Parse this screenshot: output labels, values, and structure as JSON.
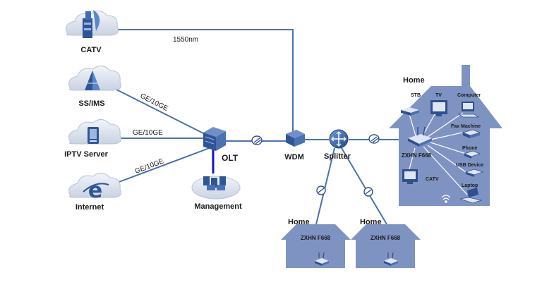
{
  "sources": {
    "catv": "CATV",
    "ss_ims": "SS/IMS",
    "iptv_server": "IPTV Server",
    "internet": "Internet"
  },
  "links": {
    "wavelength": "1550nm",
    "ss_ims_rate": "GE/10GE",
    "iptv_rate": "GE/10GE",
    "internet_rate": "GE/10GE"
  },
  "nodes": {
    "olt": "OLT",
    "management": "Management",
    "wdm": "WDM",
    "splitter": "Splitter"
  },
  "main_home": {
    "title": "Home",
    "ont": "ZXHN F668",
    "devices": {
      "stb": "STB",
      "tv": "TV",
      "computer": "Computer",
      "fax": "Fax Machine",
      "phone": "Phone",
      "usb": "USB Device",
      "laptop": "Laptop",
      "catv": "CATV"
    }
  },
  "home_left": {
    "title": "Home",
    "ont": "ZXHN F668"
  },
  "home_right": {
    "title": "Home",
    "ont": "ZXHN F668"
  },
  "colors": {
    "line": "#4a72b0",
    "house": "#7f93c2",
    "house_dark": "#5f74a8",
    "device": "#2f4f8f",
    "cloud": "#dfe6f0",
    "management_line": "#1010d0"
  }
}
